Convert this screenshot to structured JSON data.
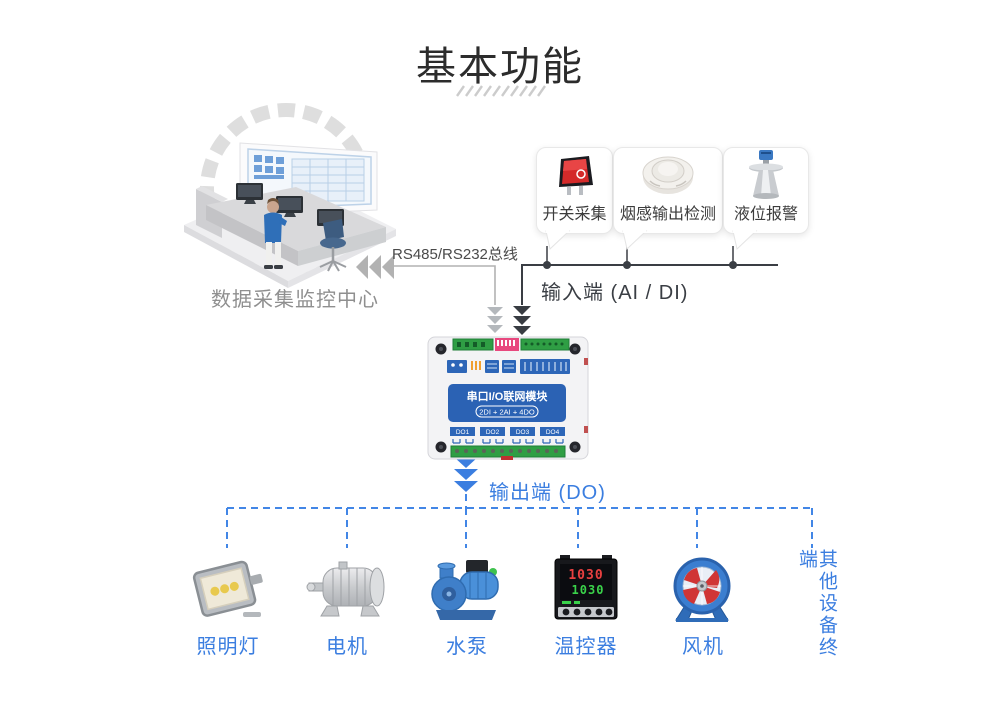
{
  "title": "基本功能",
  "monitoring_center": {
    "label": "数据采集监控中心"
  },
  "bus": {
    "label": "RS485/RS232总线"
  },
  "input_side": {
    "label": "输入端 (AI / DI)"
  },
  "output_side": {
    "label": "输出端 (DO)"
  },
  "sensors": [
    {
      "label": "开关采集",
      "icon": "rocker-switch-icon"
    },
    {
      "label": "烟感输出检测",
      "icon": "smoke-detector-icon"
    },
    {
      "label": "液位报警",
      "icon": "level-sensor-icon"
    }
  ],
  "device": {
    "name": "串口I/O联网模块",
    "badge": "2DI + 2AI + 4DO",
    "do_labels": [
      "DO1",
      "DO2",
      "DO3",
      "DO4"
    ]
  },
  "outputs": [
    {
      "label": "照明灯",
      "icon": "flood-light-icon"
    },
    {
      "label": "电机",
      "icon": "motor-icon"
    },
    {
      "label": "水泵",
      "icon": "water-pump-icon"
    },
    {
      "label": "温控器",
      "icon": "temp-controller-icon",
      "display_top": "1030",
      "display_bottom": "1030"
    },
    {
      "label": "风机",
      "icon": "fan-icon"
    }
  ],
  "other_terminals": {
    "label": "其他设备终端"
  },
  "colors": {
    "accent_blue": "#3b7ee0",
    "line_dark": "#3a3e44",
    "line_gray": "#b2b2b2",
    "text_gray": "#8f8f8f"
  }
}
